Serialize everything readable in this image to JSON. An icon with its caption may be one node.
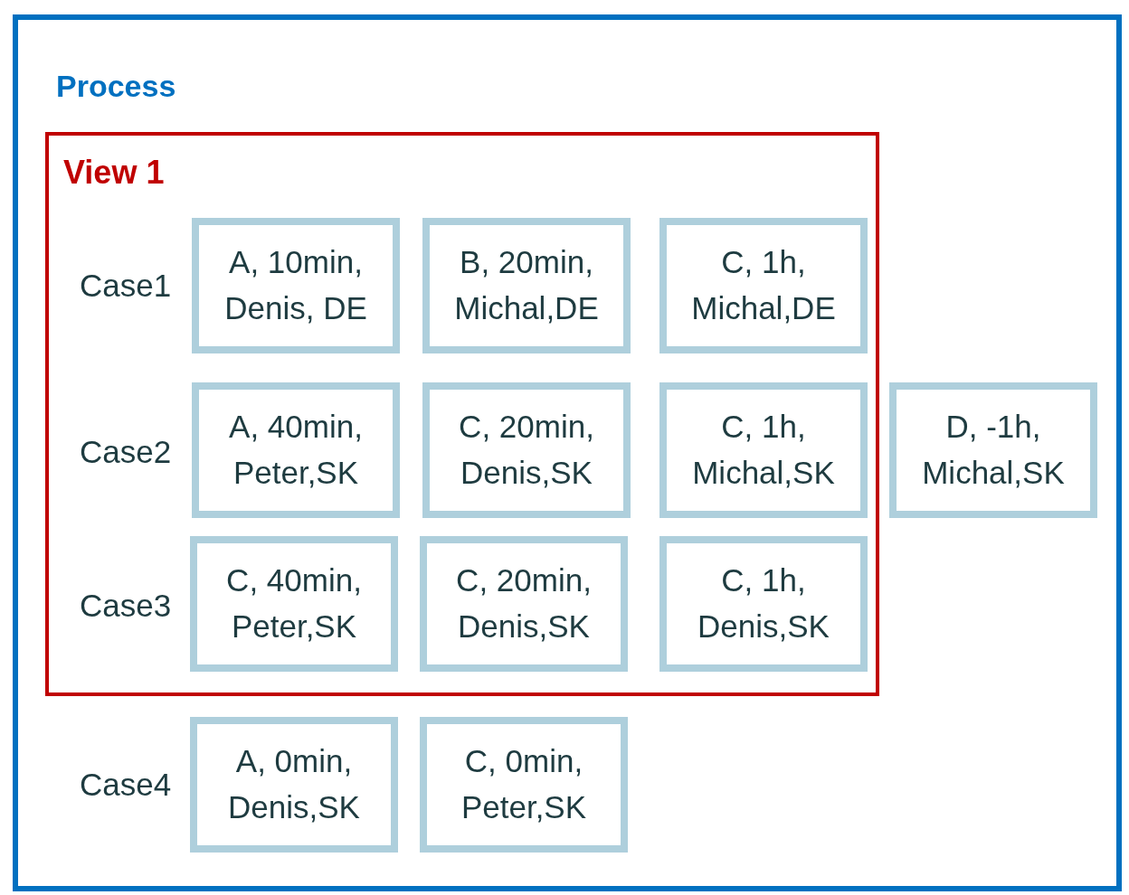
{
  "diagram": {
    "nodes": [
      {
        "text": [
          "Process"
        ]
      },
      {
        "text": [
          "View 1"
        ],
        "in": 0
      },
      {
        "text": [
          "A, 10min, Denis, DE"
        ],
        "in": 1
      },
      {
        "text": [
          "B, 20min, Michal,DE"
        ],
        "in": 1
      },
      {
        "text": [
          "C, 1h, Michal,DE"
        ],
        "in": 1
      },
      {
        "text": [
          "A, 40min, Peter,SK"
        ],
        "in": 1
      },
      {
        "text": [
          "C, 20min, Denis,SK"
        ],
        "in": 1
      },
      {
        "text": [
          "C, 1h, Michal,SK"
        ],
        "in": 1
      },
      {
        "text": [
          "D, -1h, Michal,SK"
        ],
        "in": 0
      },
      {
        "text": [
          "C, 40min, Peter,SK"
        ],
        "in": 1
      },
      {
        "text": [
          "C, 20min, Denis,SK"
        ],
        "in": 1
      },
      {
        "text": [
          "C, 1h, Denis,SK"
        ],
        "in": 1
      },
      {
        "text": [
          "A, 0min, Denis,SK"
        ],
        "in": 0
      },
      {
        "text": [
          "C, 0min, Peter,SK"
        ],
        "in": 0
      }
    ],
    "labels": [
      "Case1",
      "Case2",
      "Case3",
      "Case4"
    ]
  }
}
